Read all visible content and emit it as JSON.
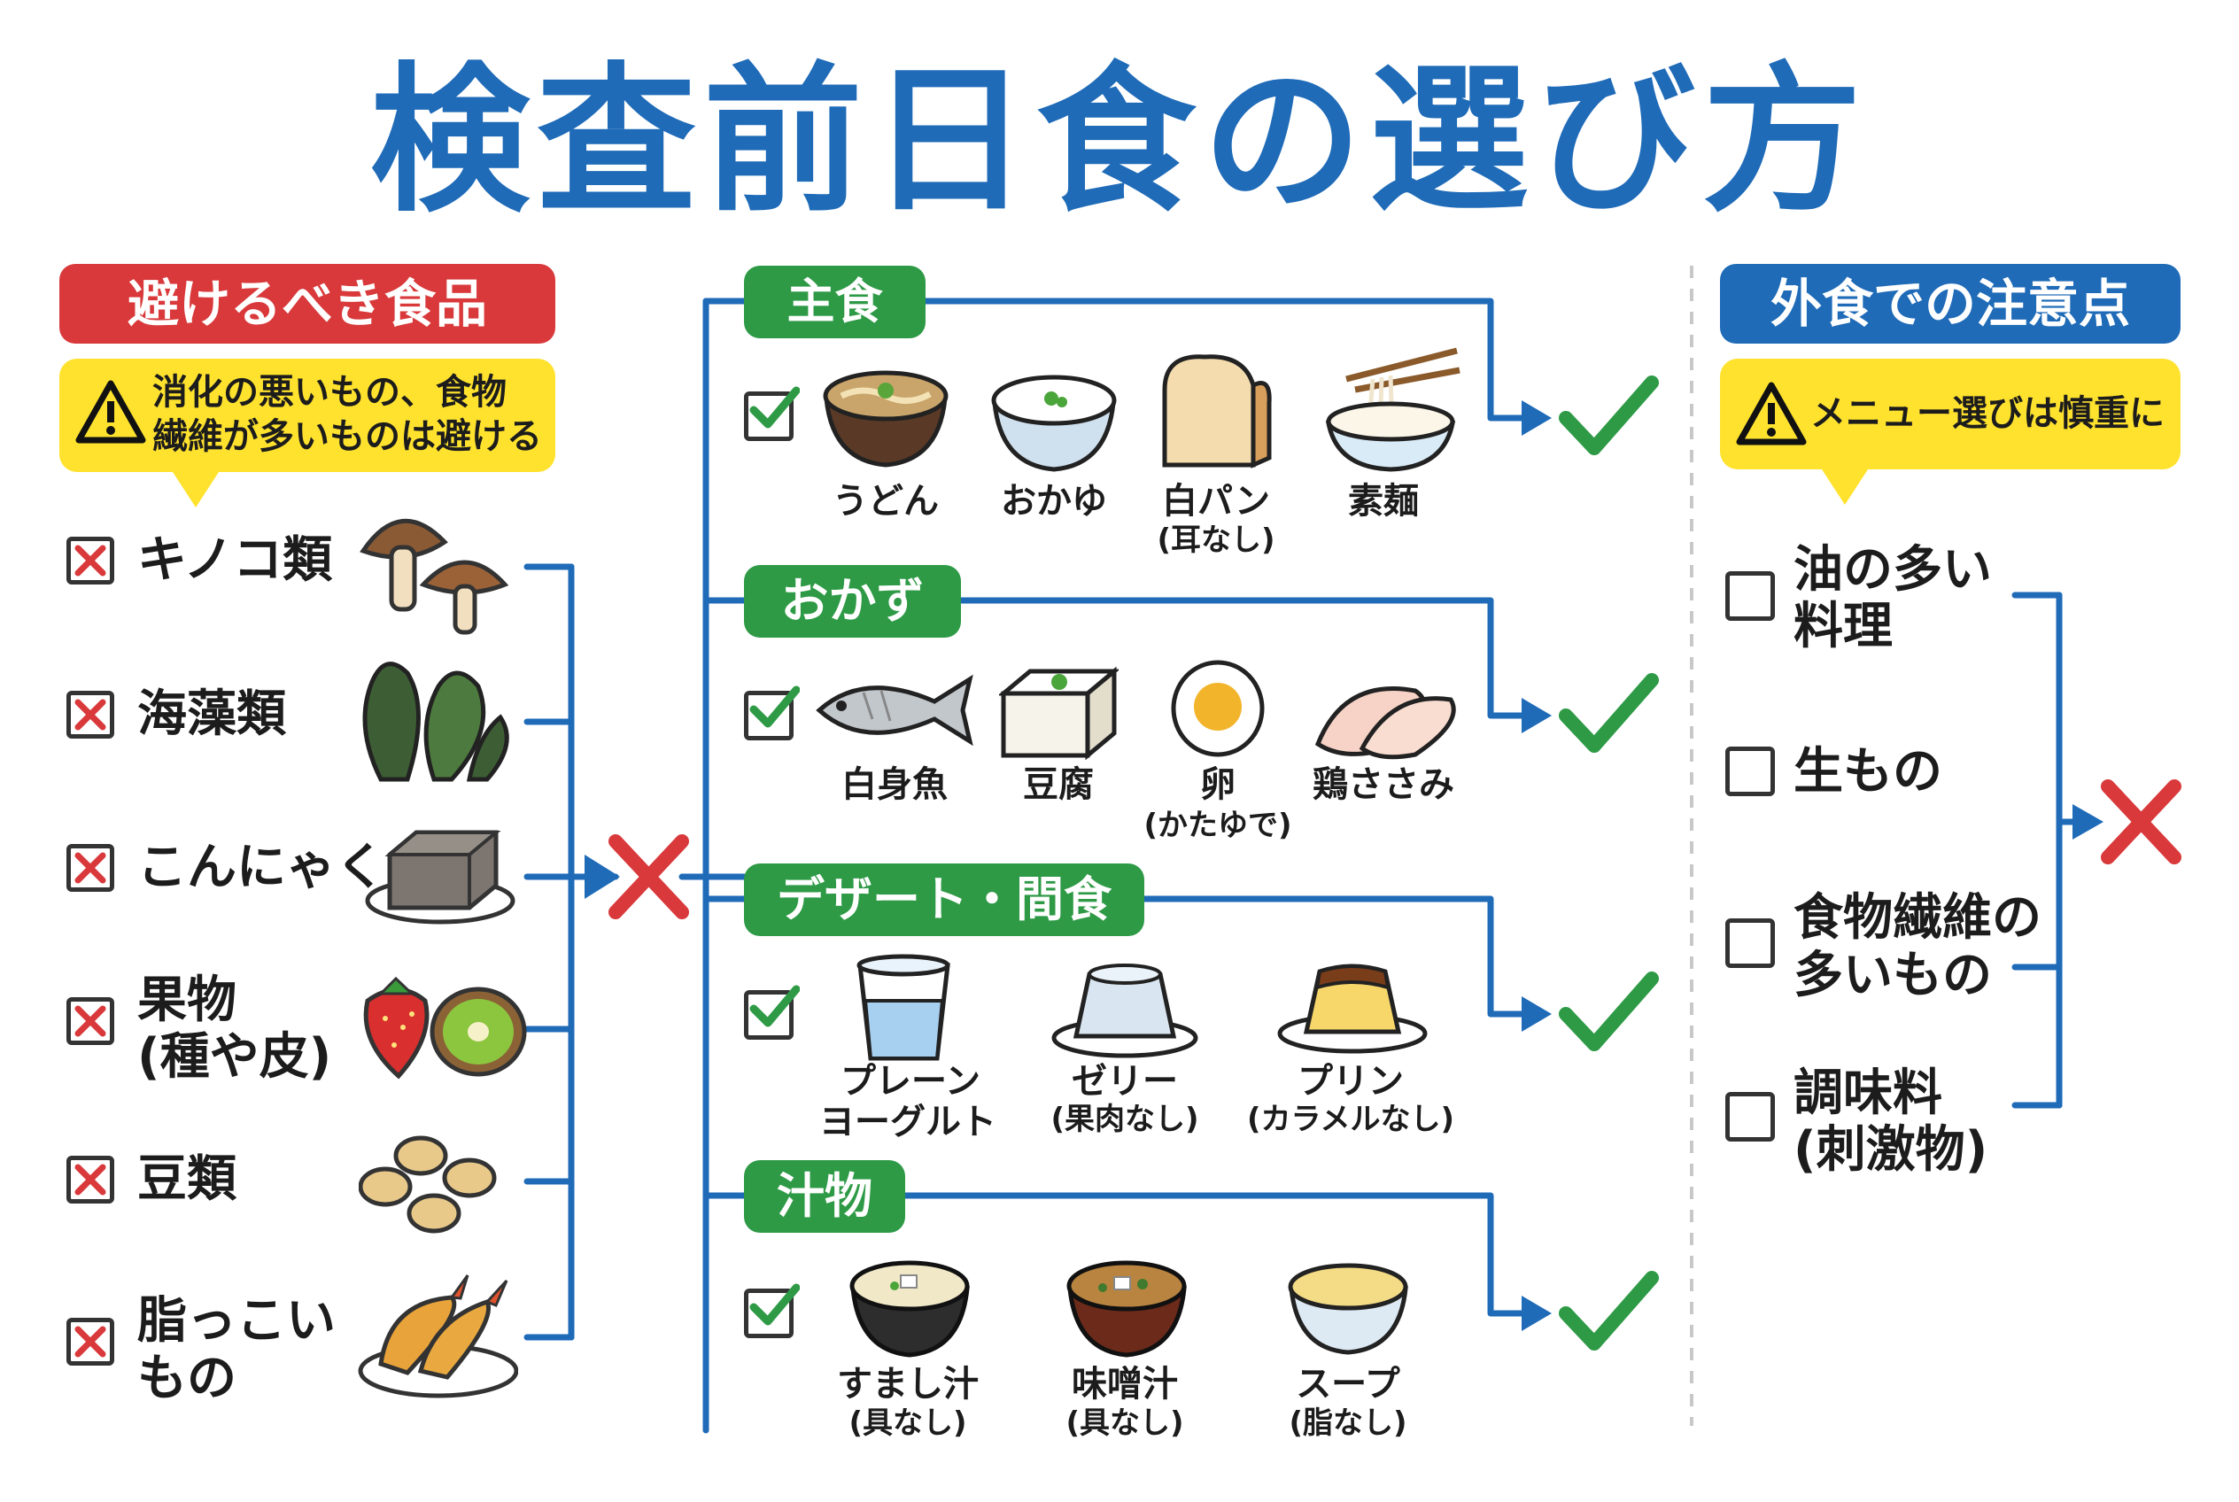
{
  "title": "検査前日食の選び方",
  "colors": {
    "title": "#1f6bb8",
    "avoid_header": "#d9393b",
    "category_header": "#2e9a46",
    "eatout_header": "#1f6bb8",
    "note": "#ffe22e",
    "connector": "#1f6bb8",
    "ok_check": "#2e9a46",
    "ng_cross": "#d9393b"
  },
  "avoid": {
    "header": "避けるべき食品",
    "note": [
      "消化の悪いもの、食物",
      "繊維が多いものは避ける"
    ],
    "items": [
      {
        "label": [
          "キノコ類"
        ],
        "icon": "mushroom-icon"
      },
      {
        "label": [
          "海藻類"
        ],
        "icon": "seaweed-icon"
      },
      {
        "label": [
          "こんにゃく"
        ],
        "icon": "konjac-icon"
      },
      {
        "label": [
          "果物",
          "(種や皮)"
        ],
        "icon": "fruit-icon"
      },
      {
        "label": [
          "豆類"
        ],
        "icon": "beans-icon"
      },
      {
        "label": [
          "脂っこい",
          "もの"
        ],
        "icon": "fried-shrimp-icon"
      }
    ]
  },
  "categories": [
    {
      "header": "主食",
      "foods": [
        {
          "name": "うどん",
          "sub": "",
          "icon": "udon-icon"
        },
        {
          "name": "おかゆ",
          "sub": "",
          "icon": "okayu-icon"
        },
        {
          "name": "白パン",
          "sub": "(耳なし)",
          "icon": "bread-icon"
        },
        {
          "name": "素麺",
          "sub": "",
          "icon": "somen-icon"
        }
      ]
    },
    {
      "header": "おかず",
      "foods": [
        {
          "name": "白身魚",
          "sub": "",
          "icon": "fish-icon"
        },
        {
          "name": "豆腐",
          "sub": "",
          "icon": "tofu-icon"
        },
        {
          "name": "卵",
          "sub": "(かたゆで)",
          "icon": "egg-icon"
        },
        {
          "name": "鶏ささみ",
          "sub": "",
          "icon": "chicken-icon"
        }
      ]
    },
    {
      "header": "デザート・間食",
      "foods": [
        {
          "name": "プレーン",
          "sub": "ヨーグルト",
          "icon": "yogurt-icon"
        },
        {
          "name": "ゼリー",
          "sub": "(果肉なし)",
          "icon": "jelly-icon"
        },
        {
          "name": "プリン",
          "sub": "(カラメルなし)",
          "icon": "pudding-icon"
        }
      ]
    },
    {
      "header": "汁物",
      "foods": [
        {
          "name": "すまし汁",
          "sub": "(具なし)",
          "icon": "clear-soup-icon"
        },
        {
          "name": "味噌汁",
          "sub": "(具なし)",
          "icon": "miso-soup-icon"
        },
        {
          "name": "スープ",
          "sub": "(脂なし)",
          "icon": "soup-icon"
        }
      ]
    }
  ],
  "eatout": {
    "header": "外食での注意点",
    "note": "メニュー選びは慎重に",
    "items": [
      {
        "label": [
          "油の多い",
          "料理"
        ]
      },
      {
        "label": [
          "生もの"
        ]
      },
      {
        "label": [
          "食物繊維の",
          "多いもの"
        ]
      },
      {
        "label": [
          "調味料",
          "(刺激物)"
        ]
      }
    ]
  }
}
